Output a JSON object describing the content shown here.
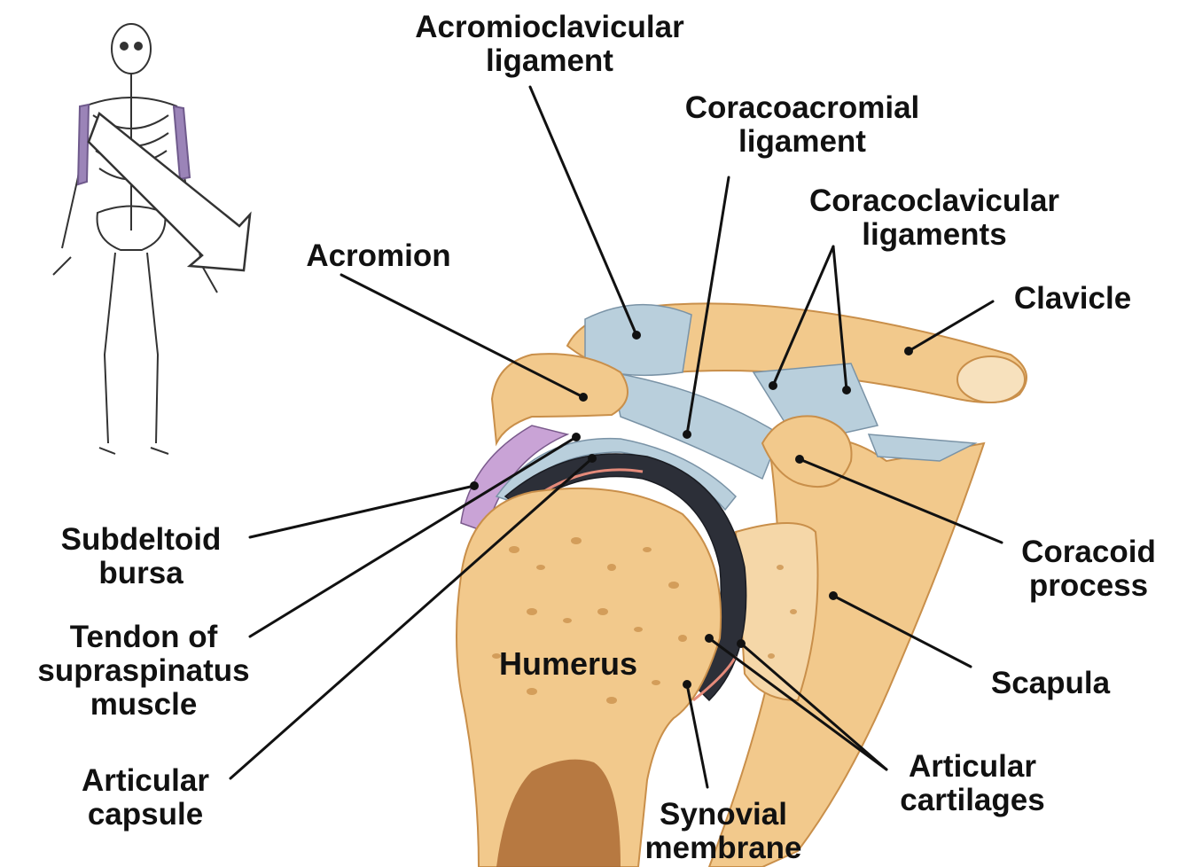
{
  "colors": {
    "bone": "#f2c98c",
    "bone_dark": "#d9a35e",
    "spongy": "#c98f4a",
    "ligament": "#b9cfdc",
    "cartilage_dark": "#2c2f38",
    "membrane": "#e58a7a",
    "bursa": "#c9a3d6",
    "highlight": "#9b84b8"
  },
  "labels": {
    "acromioclavicular": [
      "Acromioclavicular",
      "ligament"
    ],
    "coracoacromial": [
      "Coracoacromial",
      "ligament"
    ],
    "coracoclavicular": [
      "Coracoclavicular",
      "ligaments"
    ],
    "acromion": "Acromion",
    "clavicle": "Clavicle",
    "coracoid": [
      "Coracoid",
      "process"
    ],
    "scapula": "Scapula",
    "articular_cartilages": [
      "Articular",
      "cartilages"
    ],
    "synovial": [
      "Synovial",
      "membrane"
    ],
    "humerus": "Humerus",
    "subdeltoid": [
      "Subdeltoid",
      "bursa"
    ],
    "tendon": [
      "Tendon of",
      "supraspinatus",
      "muscle"
    ],
    "capsule": [
      "Articular",
      "capsule"
    ]
  }
}
